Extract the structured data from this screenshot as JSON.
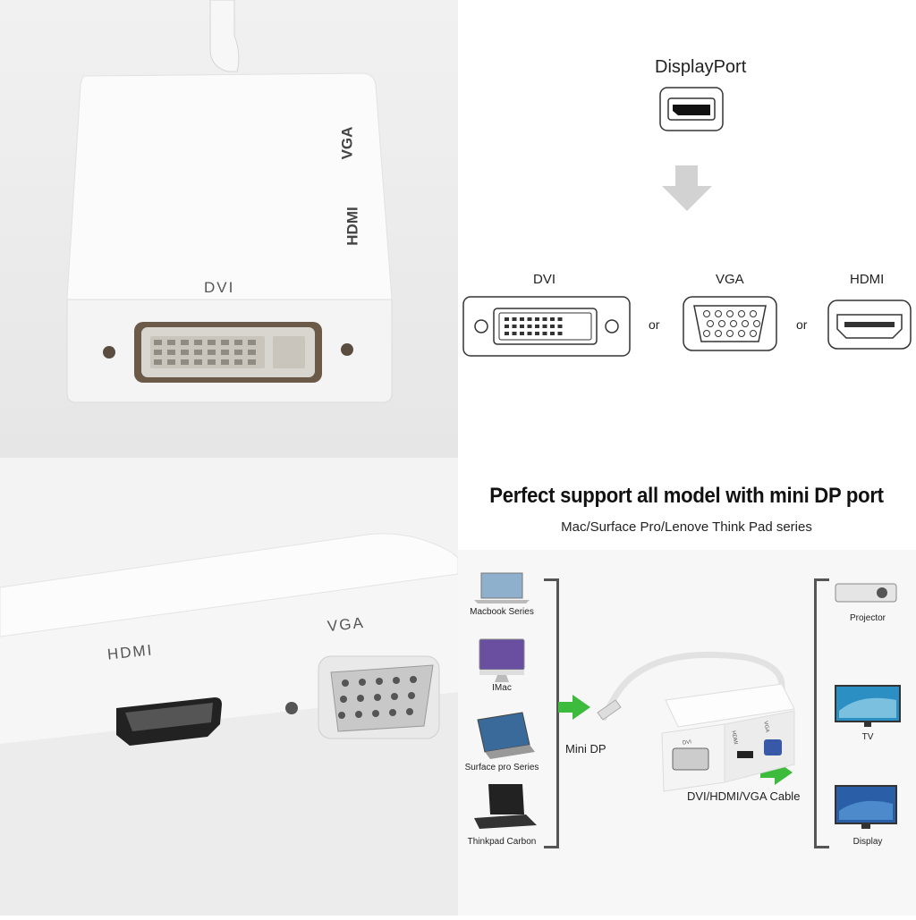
{
  "photo_top_left": {
    "labels": [
      "VGA",
      "HDMI",
      "DVI"
    ]
  },
  "diagram_top_right": {
    "source_label": "DisplayPort",
    "targets": [
      {
        "label": "DVI"
      },
      {
        "label": "VGA"
      },
      {
        "label": "HDMI"
      }
    ],
    "separator": "or"
  },
  "photo_bottom_left": {
    "labels": [
      "HDMI",
      "VGA"
    ]
  },
  "infographic": {
    "title": "Perfect support all model with mini DP port",
    "subtitle": "Mac/Surface Pro/Lenove Think Pad series",
    "sources": [
      "Macbook Series",
      "IMac",
      "Surface pro Series",
      "Thinkpad Carbon"
    ],
    "input_label": "Mini DP",
    "adapter_label": "DVI/HDMI/VGA Cable",
    "outputs": [
      "Projector",
      "TV",
      "Display"
    ],
    "adapter_ports": [
      "DVI",
      "HDMI",
      "VGA"
    ],
    "arrow_color": "#3dbb3d"
  }
}
